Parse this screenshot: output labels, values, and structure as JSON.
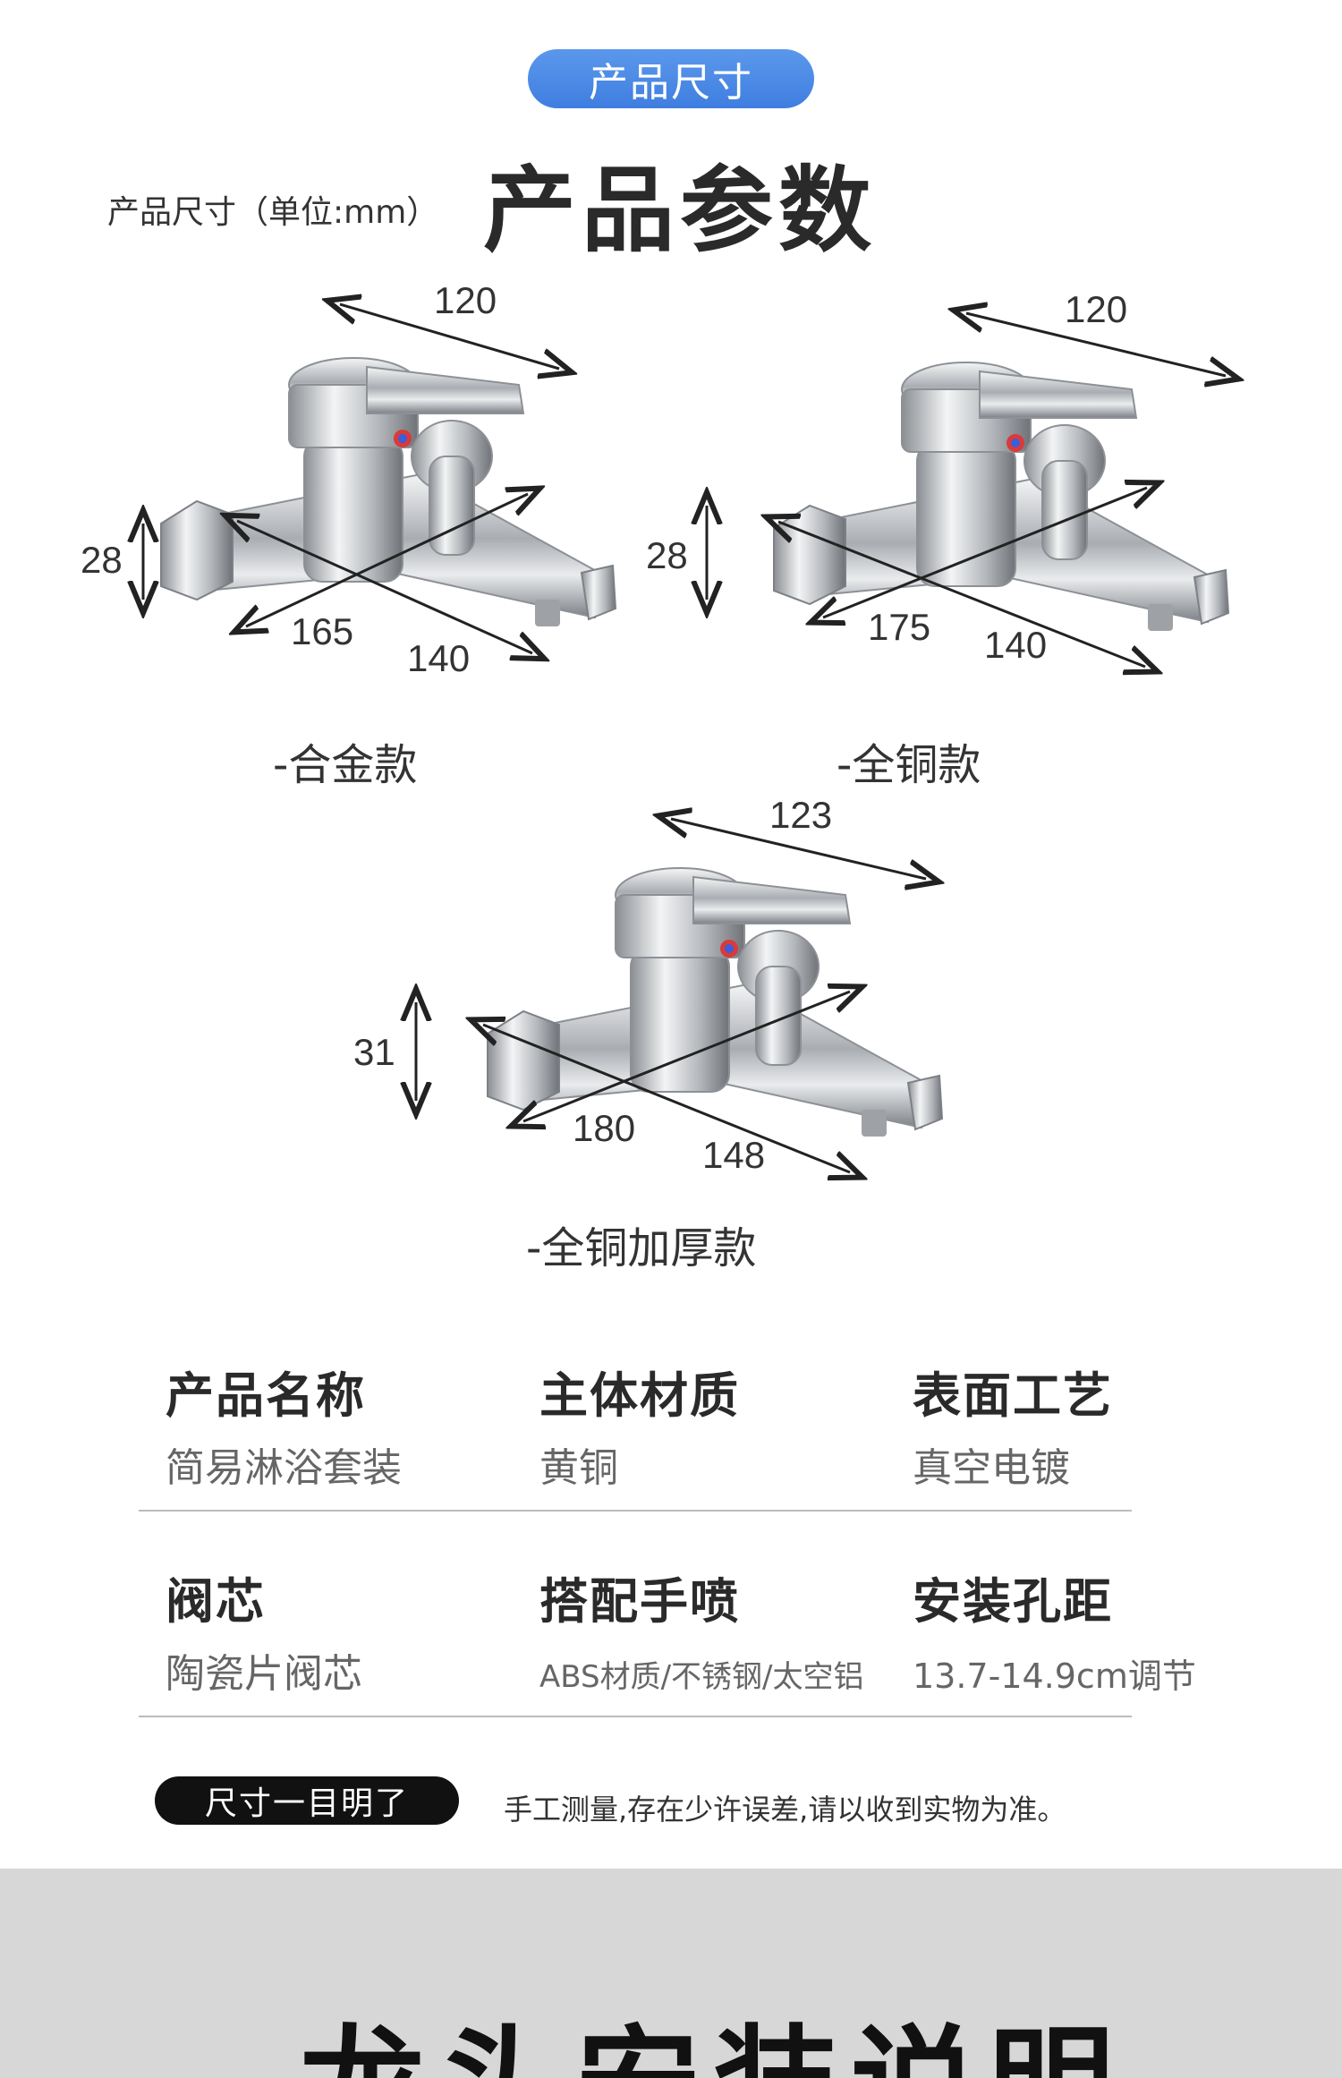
{
  "header": {
    "pill": "产品尺寸",
    "sub_label": "产品尺寸（单位:mm）",
    "title": "产品参数"
  },
  "variants": [
    {
      "label": "-合金款",
      "dims": {
        "top": "120",
        "height": "28",
        "front": "165",
        "depth": "140"
      }
    },
    {
      "label": "-全铜款",
      "dims": {
        "top": "120",
        "height": "28",
        "front": "175",
        "depth": "140"
      }
    },
    {
      "label": "-全铜加厚款",
      "dims": {
        "top": "123",
        "height": "31",
        "front": "180",
        "depth": "148"
      }
    }
  ],
  "specs": [
    {
      "name": "产品名称",
      "value": "简易淋浴套装"
    },
    {
      "name": "主体材质",
      "value": "黄铜"
    },
    {
      "name": "表面工艺",
      "value": "真空电镀"
    },
    {
      "name": "阀芯",
      "value": "陶瓷片阀芯"
    },
    {
      "name": "搭配手喷",
      "value": "ABS材质/不锈钢/太空铝"
    },
    {
      "name": "安装孔距",
      "value": "13.7-14.9cm调节"
    }
  ],
  "footer": {
    "badge": "尺寸一目明了",
    "note": "手工测量,存在少许误差,请以收到实物为准。"
  },
  "next_section": {
    "title": "龙头安装说明"
  },
  "colors": {
    "pill_blue": "#4a8ae6",
    "band_gray": "#d7d7d7",
    "chrome": "#c9ccd0"
  }
}
